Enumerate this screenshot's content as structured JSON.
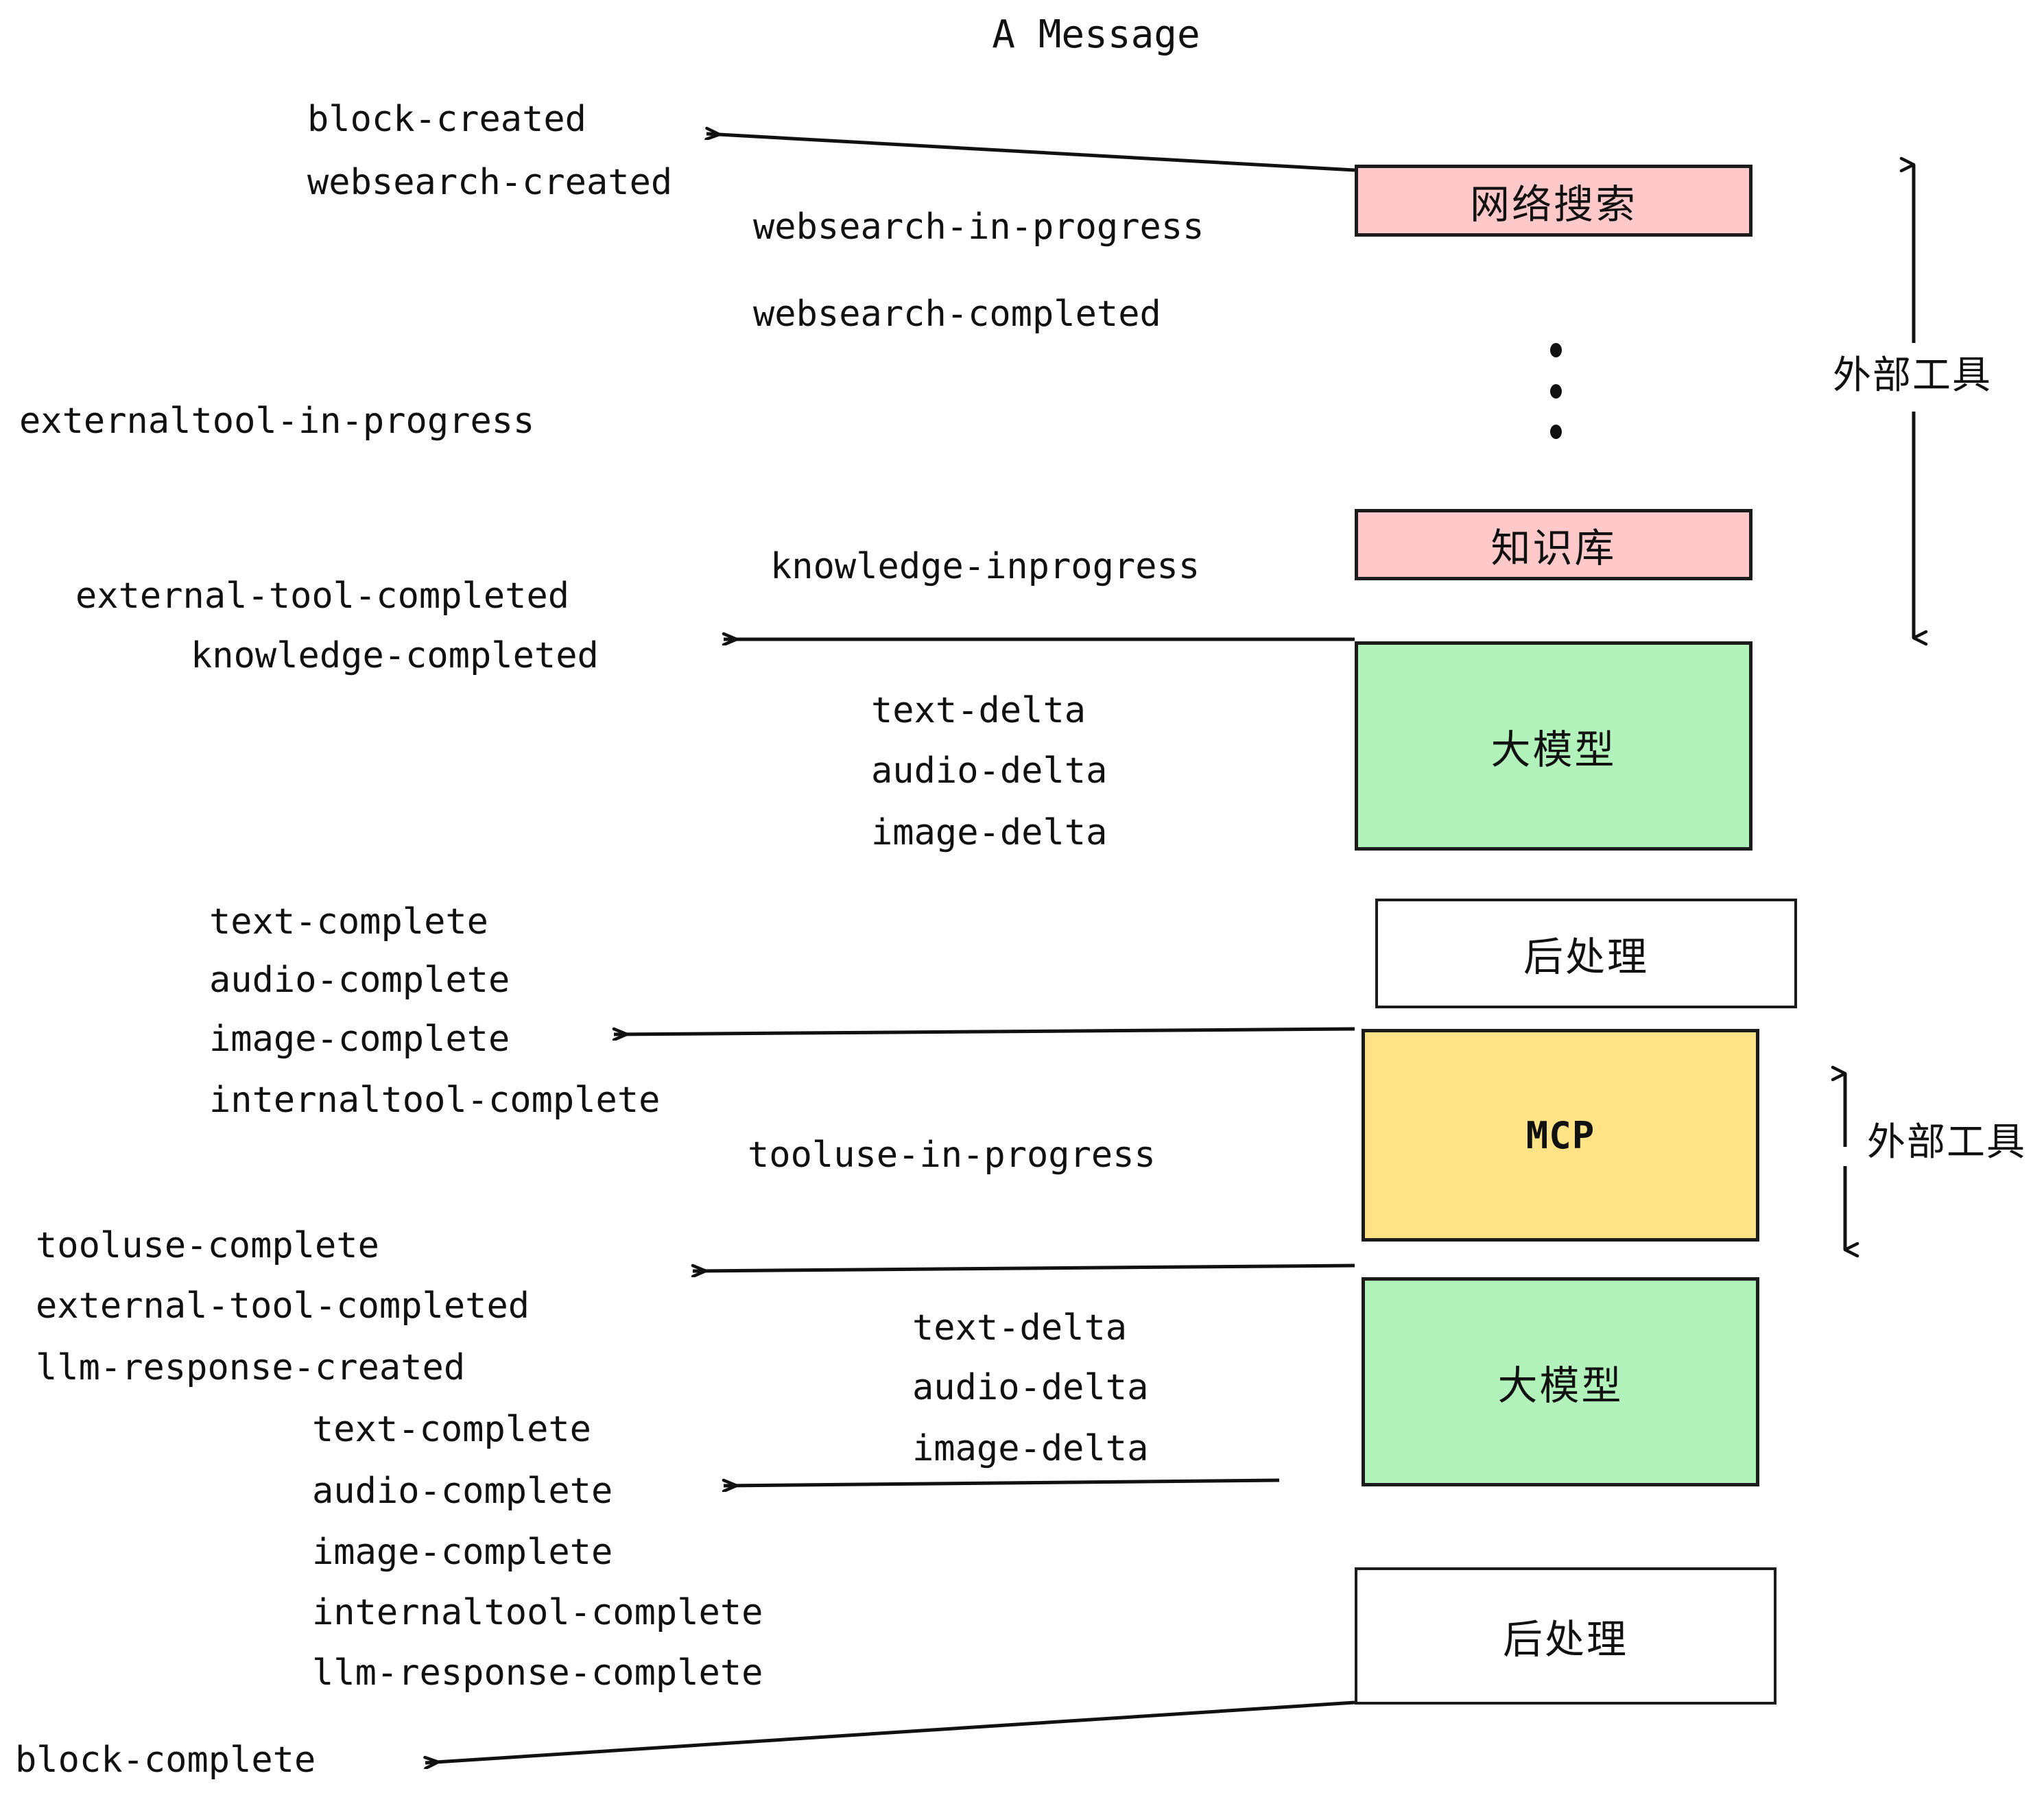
{
  "title": "A Message",
  "colors": {
    "pink": "#FFC9C9",
    "green": "#B2F2BB",
    "yellow": "#FFE386",
    "white": "#FFFFFF",
    "stroke": "#1b1b1b",
    "text": "#111111"
  },
  "nodes": [
    {
      "id": "websearch",
      "label": "网络搜索",
      "fill": "#FFC9C9"
    },
    {
      "id": "knowledge",
      "label": "知识库",
      "fill": "#FFC9C9"
    },
    {
      "id": "llm-top",
      "label": "大模型",
      "fill": "#B2F2BB"
    },
    {
      "id": "post-top",
      "label": "后处理",
      "fill": "#FFFFFF"
    },
    {
      "id": "mcp",
      "label": "MCP",
      "fill": "#FFE386"
    },
    {
      "id": "llm-bottom",
      "label": "大模型",
      "fill": "#B2F2BB"
    },
    {
      "id": "post-bottom",
      "label": "后处理",
      "fill": "#FFFFFF"
    }
  ],
  "side_labels": [
    {
      "id": "external-tools-top",
      "label": "外部工具"
    },
    {
      "id": "external-tools-bottom",
      "label": "外部工具"
    }
  ],
  "events": {
    "block_created": "block-created",
    "websearch_created": "websearch-created",
    "websearch_in_progress": "websearch-in-progress",
    "websearch_completed": "websearch-completed",
    "externaltool_in_progress": "externaltool-in-progress",
    "knowledge_inprogress": "knowledge-inprogress",
    "external_tool_completed_1": "external-tool-completed",
    "knowledge_completed": "knowledge-completed",
    "text_delta_1": "text-delta",
    "audio_delta_1": "audio-delta",
    "image_delta_1": "image-delta",
    "text_complete_1": "text-complete",
    "audio_complete_1": "audio-complete",
    "image_complete_1": "image-complete",
    "internaltool_complete_1": "internaltool-complete",
    "tooluse_in_progress": "tooluse-in-progress",
    "tooluse_complete": "tooluse-complete",
    "external_tool_completed_2": "external-tool-completed",
    "llm_response_created": "llm-response-created",
    "text_delta_2": "text-delta",
    "audio_delta_2": "audio-delta",
    "image_delta_2": "image-delta",
    "text_complete_2": "text-complete",
    "audio_complete_2": "audio-complete",
    "image_complete_2": "image-complete",
    "internaltool_complete_2": "internaltool-complete",
    "llm_response_complete": "llm-response-complete",
    "block_complete": "block-complete"
  }
}
